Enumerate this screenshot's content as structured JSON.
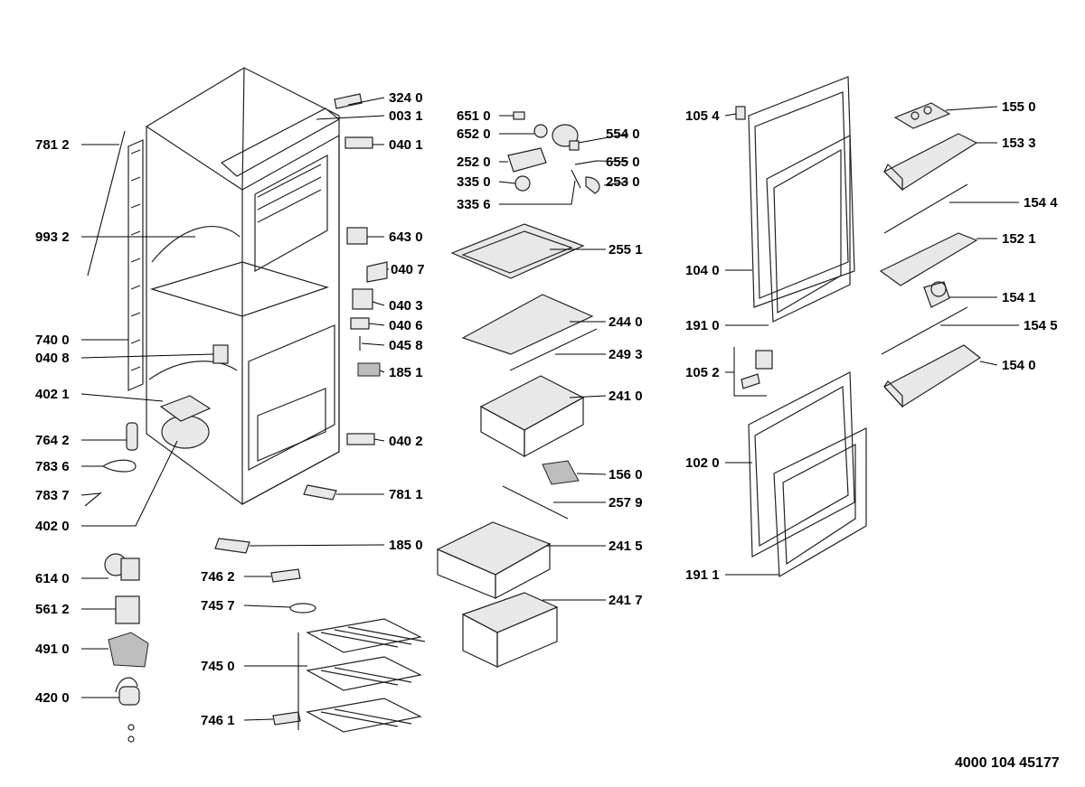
{
  "labels": {
    "p3240": "324 0",
    "p0031": "003 1",
    "p0401": "040 1",
    "p7812": "781 2",
    "p9932": "993 2",
    "p6430": "643 0",
    "p0407": "040 7",
    "p0403": "040 3",
    "p0406": "040 6",
    "p7400": "740 0",
    "p0458": "045 8",
    "p0408": "040 8",
    "p1851": "185 1",
    "p4021": "402 1",
    "p7642": "764 2",
    "p0402": "040 2",
    "p7836": "783 6",
    "p7837": "783 7",
    "p4020": "402 0",
    "p7811": "781 1",
    "p1850": "185 0",
    "p6140": "614 0",
    "p7462": "746 2",
    "p5612": "561 2",
    "p7457": "745 7",
    "p4910": "491 0",
    "p7450": "745 0",
    "p4200": "420 0",
    "p7461": "746 1",
    "p6510": "651 0",
    "p6520": "652 0",
    "p2520": "252 0",
    "p3350": "335 0",
    "p3356": "335 6",
    "p5540": "554 0",
    "p6550": "655 0",
    "p2530": "253 0",
    "p2551": "255 1",
    "p2440": "244 0",
    "p2493": "249 3",
    "p2410": "241 0",
    "p1560": "156 0",
    "p2579": "257 9",
    "p2415": "241 5",
    "p2417": "241 7",
    "p1054": "105 4",
    "p1040": "104 0",
    "p1910": "191 0",
    "p1052": "105 2",
    "p1020": "102 0",
    "p1911": "191 1",
    "p1550": "155 0",
    "p1533": "153 3",
    "p1544": "154 4",
    "p1521": "152 1",
    "p1541": "154 1",
    "p1545": "154 5",
    "p1540": "154 0"
  },
  "document_number": "4000 104 45177"
}
